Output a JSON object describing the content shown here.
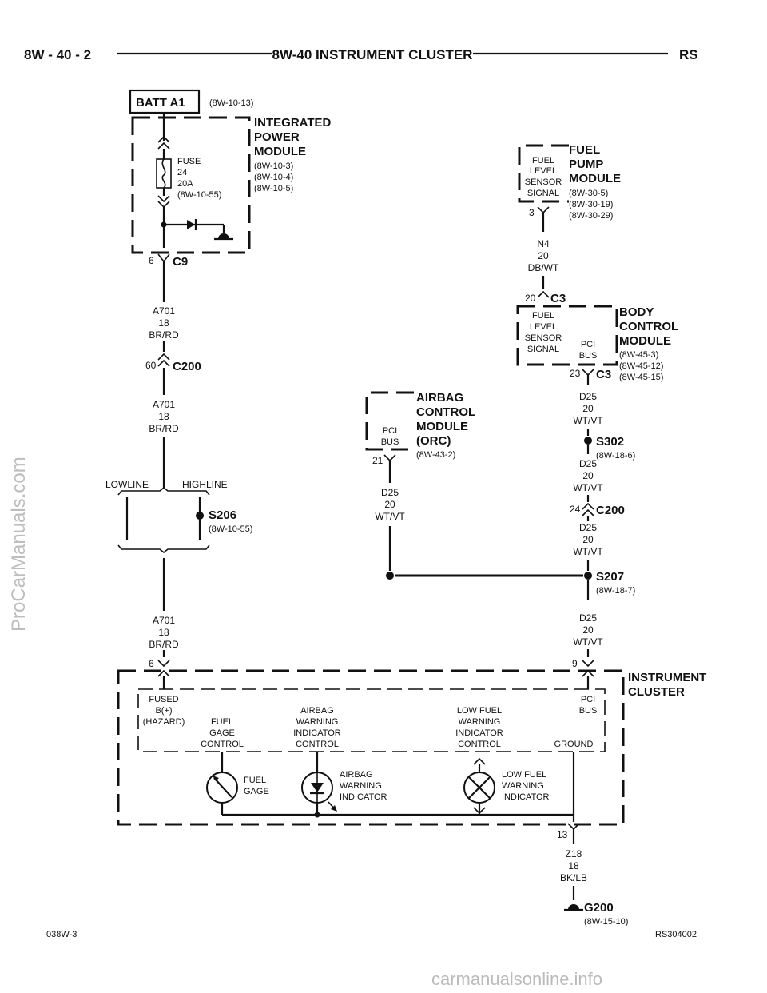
{
  "header": {
    "left": "8W - 40 - 2",
    "title": "8W-40 INSTRUMENT CLUSTER",
    "right": "RS"
  },
  "footer": {
    "left": "038W-3",
    "right": "RS304002"
  },
  "watermarks": {
    "side": "ProCarManuals.com",
    "bottom": "carmanualsonline.info"
  },
  "batt": {
    "label": "BATT A1",
    "ref": "(8W-10-13)"
  },
  "ipm": {
    "title": [
      "INTEGRATED",
      "POWER",
      "MODULE"
    ],
    "refs": [
      "(8W-10-3)",
      "(8W-10-4)",
      "(8W-10-5)"
    ],
    "fuse": [
      "FUSE",
      "24",
      "20A",
      "(8W-10-55)"
    ]
  },
  "c9": {
    "pin": "6",
    "name": "C9"
  },
  "wire_a701_1": [
    "A701",
    "18",
    "BR/RD"
  ],
  "c200_left": {
    "pin": "60",
    "name": "C200"
  },
  "wire_a701_2": [
    "A701",
    "18",
    "BR/RD"
  ],
  "options": {
    "lowline": "LOWLINE",
    "highline": "HIGHLINE"
  },
  "s206": {
    "name": "S206",
    "ref": "(8W-10-55)"
  },
  "wire_a701_3": [
    "A701",
    "18",
    "BR/RD"
  ],
  "fpm": {
    "signal": [
      "FUEL",
      "LEVEL",
      "SENSOR",
      "SIGNAL"
    ],
    "pin": "3",
    "title": [
      "FUEL",
      "PUMP",
      "MODULE"
    ],
    "refs": [
      "(8W-30-5)",
      "(8W-30-19)",
      "(8W-30-29)"
    ]
  },
  "wire_n4": [
    "N4",
    "20",
    "DB/WT"
  ],
  "bcm": {
    "pin_top": "20",
    "c3_top": "C3",
    "signal": [
      "FUEL",
      "LEVEL",
      "SENSOR",
      "SIGNAL"
    ],
    "pci": [
      "PCI",
      "BUS"
    ],
    "pin_bottom": "23",
    "c3_bottom": "C3",
    "title": [
      "BODY",
      "CONTROL",
      "MODULE"
    ],
    "refs": [
      "(8W-45-3)",
      "(8W-45-12)",
      "(8W-45-15)"
    ]
  },
  "wire_d25_1": [
    "D25",
    "20",
    "WT/VT"
  ],
  "s302": {
    "name": "S302",
    "ref": "(8W-18-6)"
  },
  "wire_d25_2": [
    "D25",
    "20",
    "WT/VT"
  ],
  "c200_right": {
    "pin": "24",
    "name": "C200"
  },
  "wire_d25_3": [
    "D25",
    "20",
    "WT/VT"
  ],
  "s207": {
    "name": "S207",
    "ref": "(8W-18-7)"
  },
  "wire_d25_4": [
    "D25",
    "20",
    "WT/VT"
  ],
  "acm": {
    "pci": [
      "PCI",
      "BUS"
    ],
    "pin": "21",
    "title": [
      "AIRBAG",
      "CONTROL",
      "MODULE",
      "(ORC)"
    ],
    "ref": "(8W-43-2)"
  },
  "wire_d25_acm": [
    "D25",
    "20",
    "WT/VT"
  ],
  "cluster": {
    "title": [
      "INSTRUMENT",
      "CLUSTER"
    ],
    "pin_left": "6",
    "pin_right": "9",
    "pin_ground": "13",
    "fused": [
      "FUSED",
      "B(+)",
      "(HAZARD)"
    ],
    "fuel_gage_control": [
      "FUEL",
      "GAGE",
      "CONTROL"
    ],
    "airbag_control": [
      "AIRBAG",
      "WARNING",
      "INDICATOR",
      "CONTROL"
    ],
    "lowfuel_control": [
      "LOW FUEL",
      "WARNING",
      "INDICATOR",
      "CONTROL"
    ],
    "pci": [
      "PCI",
      "BUS"
    ],
    "ground": "GROUND",
    "fuel_gage": [
      "FUEL",
      "GAGE"
    ],
    "airbag_ind": [
      "AIRBAG",
      "WARNING",
      "INDICATOR"
    ],
    "lowfuel_ind": [
      "LOW FUEL",
      "WARNING",
      "INDICATOR"
    ]
  },
  "wire_z18": [
    "Z18",
    "18",
    "BK/LB"
  ],
  "g200": {
    "name": "G200",
    "ref": "(8W-15-10)"
  }
}
